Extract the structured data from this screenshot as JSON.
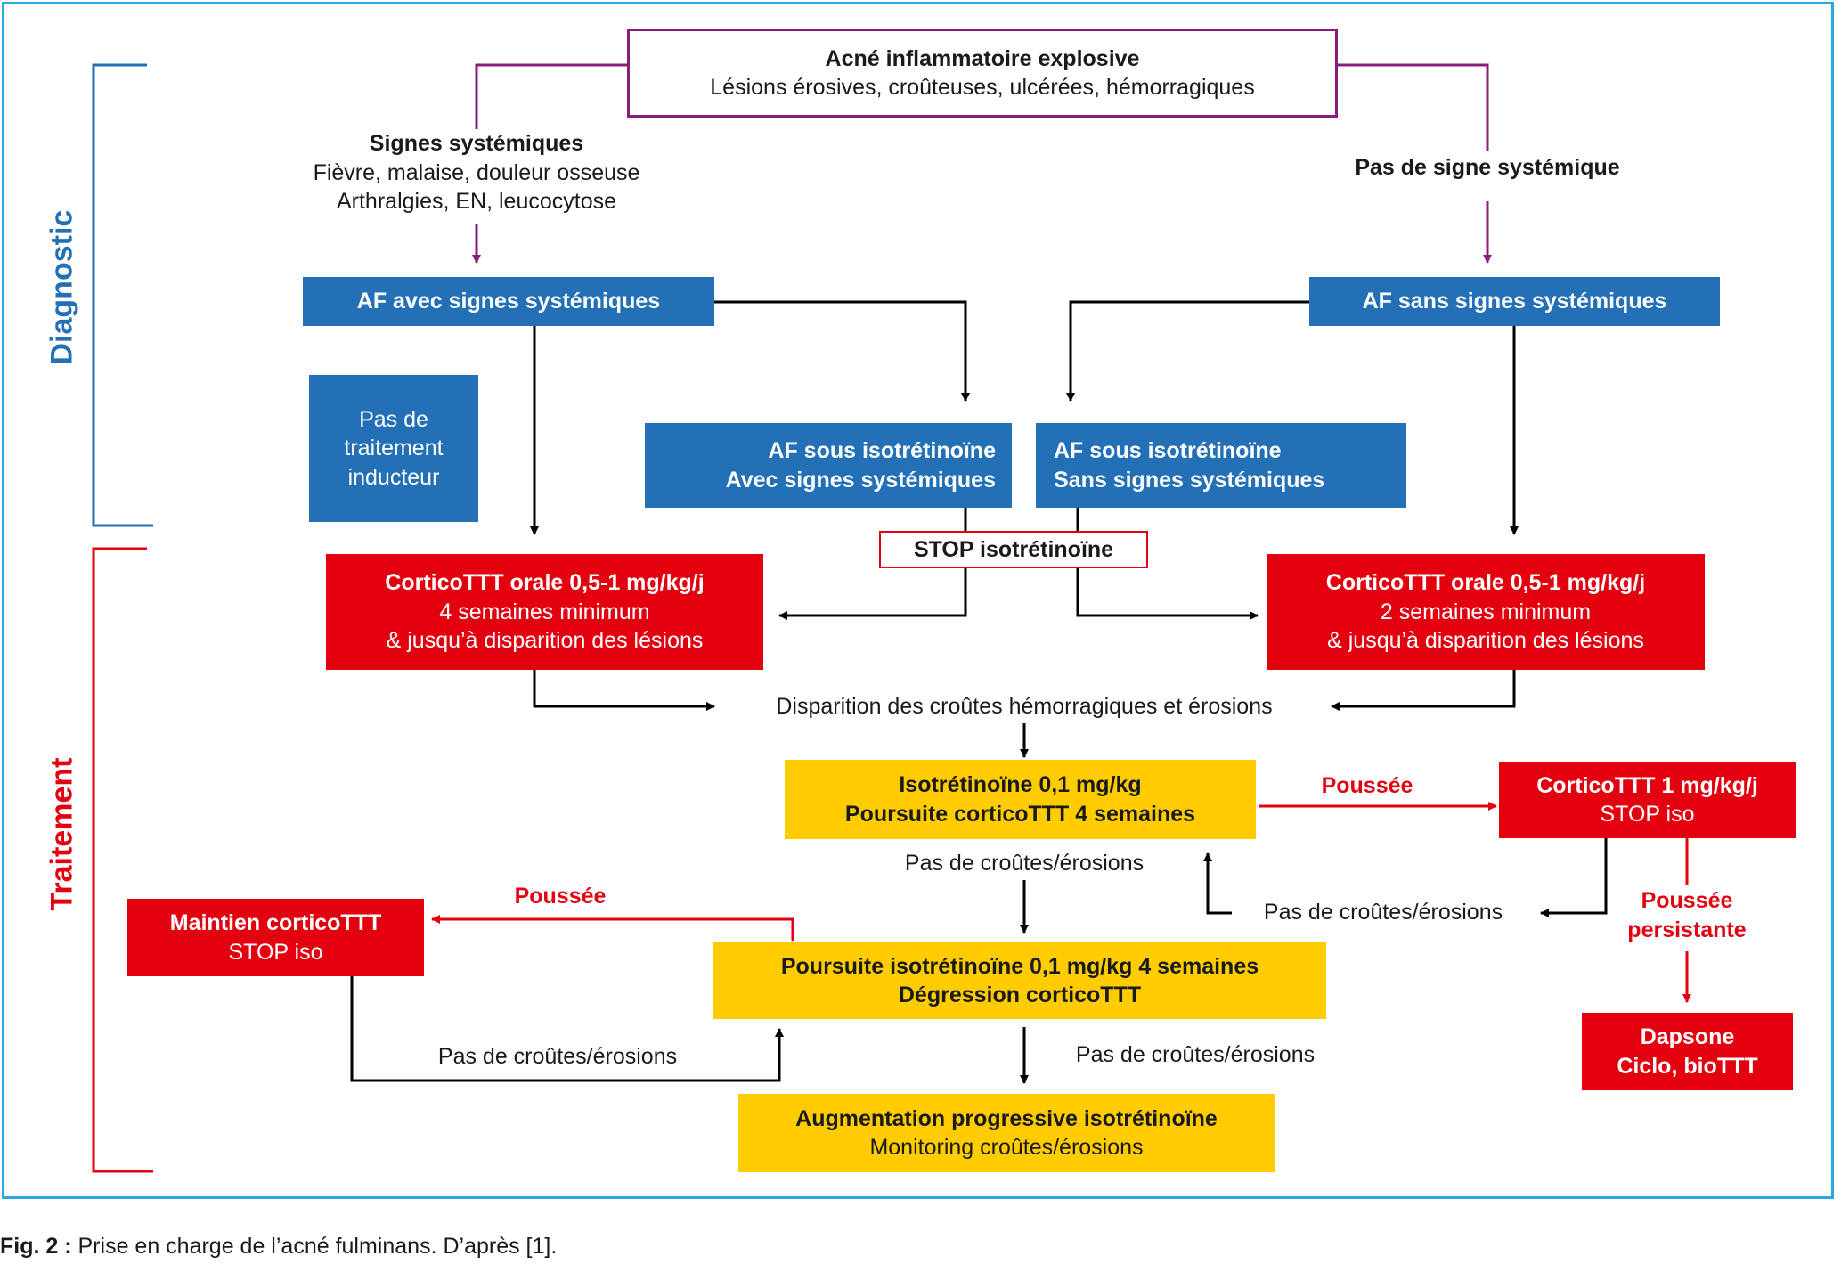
{
  "sections": {
    "diagnostic": "Diagnostic",
    "traitement": "Traitement"
  },
  "colors": {
    "blue": "#2470b7",
    "red": "#e3000f",
    "yellow": "#ffcc00",
    "purple": "#8a1c7b",
    "frame": "#2aa8e0"
  },
  "nodes": {
    "top": {
      "line1": "Acné inflammatoire explosive",
      "line2": "Lésions érosives, croûteuses, ulcérées, hémorragiques"
    },
    "signes_sys": {
      "title": "Signes systémiques",
      "line2": "Fièvre, malaise, douleur osseuse",
      "line3": "Arthralgies, EN, leucocytose"
    },
    "pas_signe": {
      "title": "Pas de signe systémique"
    },
    "af_avec": {
      "label": "AF avec signes systémiques"
    },
    "af_sans": {
      "label": "AF sans signes systémiques"
    },
    "pas_traitement": {
      "line1": "Pas de",
      "line2": "traitement",
      "line3": "inducteur"
    },
    "af_iso_avec": {
      "line1": "AF sous isotrétinoïne",
      "line2": "Avec signes systémiques"
    },
    "af_iso_sans": {
      "line1": "AF sous isotrétinoïne",
      "line2": "Sans signes systémiques"
    },
    "stop_iso": {
      "label": "STOP isotrétinoïne"
    },
    "cortico_left": {
      "line1": "CorticoTTT orale 0,5-1 mg/kg/j",
      "line2": "4 semaines minimum",
      "line3": "& jusqu’à disparition des lésions"
    },
    "cortico_right": {
      "line1": "CorticoTTT orale 0,5-1 mg/kg/j",
      "line2": "2 semaines minimum",
      "line3": "& jusqu’à disparition des lésions"
    },
    "disparition": {
      "label": "Disparition des croûtes hémorragiques et érosions"
    },
    "iso_01": {
      "line1": "Isotrétinoïne 0,1 mg/kg",
      "line2": "Poursuite corticoTTT 4 semaines"
    },
    "cortico_1": {
      "line1": "CorticoTTT 1 mg/kg/j",
      "line2": "STOP iso"
    },
    "maintien": {
      "line1": "Maintien corticoTTT",
      "line2": "STOP iso"
    },
    "poursuite": {
      "line1": "Poursuite isotrétinoïne 0,1 mg/kg 4 semaines",
      "line2": "Dégression corticoTTT"
    },
    "dapsone": {
      "line1": "Dapsone",
      "line2": "Ciclo, bioTTT"
    },
    "augmentation": {
      "line1": "Augmentation progressive isotrétinoïne",
      "line2": "Monitoring croûtes/érosions"
    }
  },
  "edge_labels": {
    "poussee_right": "Poussée",
    "poussee_left": "Poussée",
    "poussee_persistante_1": "Poussée",
    "poussee_persistante_2": "persistante",
    "pas_croutes_1": "Pas de croûtes/érosions",
    "pas_croutes_2": "Pas de croûtes/érosions",
    "pas_croutes_3": "Pas de croûtes/érosions",
    "pas_croutes_4": "Pas de croûtes/érosions"
  },
  "caption": {
    "fig": "Fig. 2 :",
    "text": " Prise en charge de l’acné fulminans. D’après [1]."
  }
}
